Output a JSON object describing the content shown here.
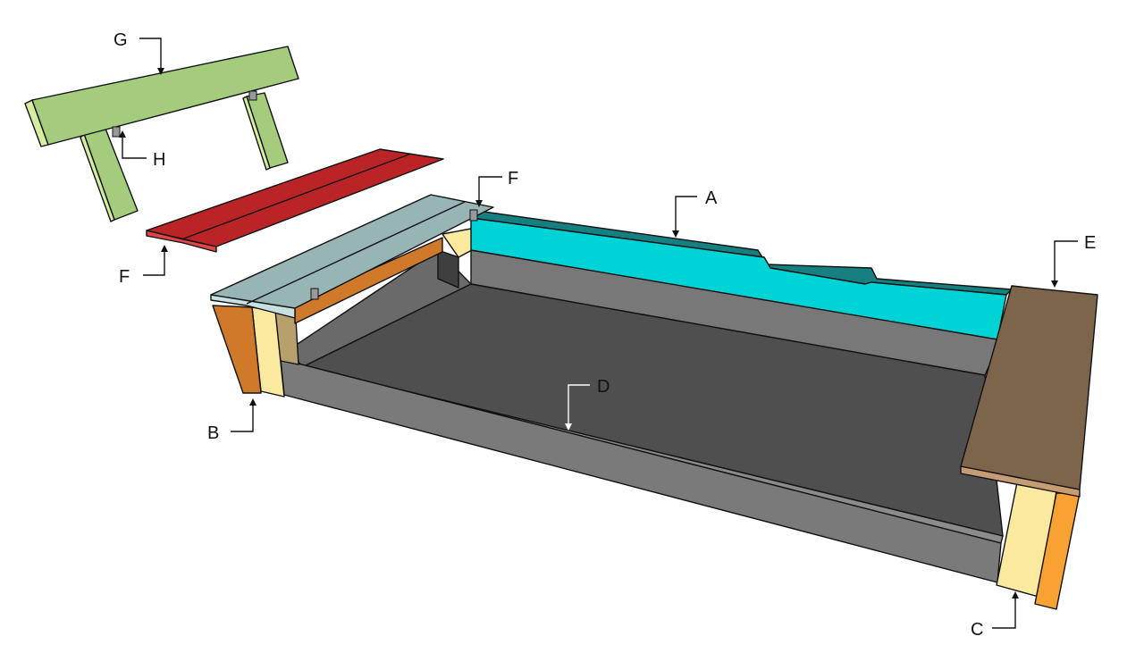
{
  "parts": {
    "a": {
      "letter": "A",
      "color": "#00d3d6"
    },
    "b": {
      "letter": "B",
      "color": "#cf7a2a"
    },
    "c": {
      "letter": "C",
      "color": "#fbe9a0"
    },
    "d": {
      "letter": "D",
      "color": "#4f4f4f"
    },
    "e": {
      "letter": "E",
      "color": "#7d654c"
    },
    "f_lid": {
      "letter": "F",
      "color": "#97b5b5"
    },
    "f_seat": {
      "letter": "F",
      "color": "#bb2427"
    },
    "g": {
      "letter": "G",
      "color": "#a3cd7c"
    },
    "h": {
      "letter": "H",
      "color": "#999999"
    }
  }
}
